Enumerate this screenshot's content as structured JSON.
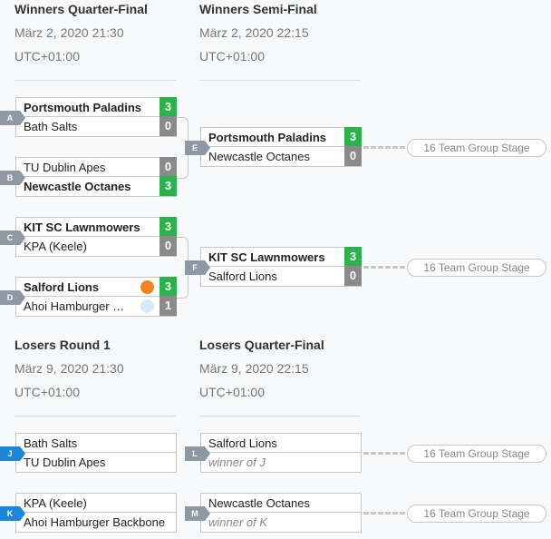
{
  "columns": [
    {
      "title": "Winners Quarter-Final",
      "date": "März 2, 2020 21:30",
      "tz": "UTC+01:00"
    },
    {
      "title": "Winners Semi-Final",
      "date": "März 2, 2020 22:15",
      "tz": "UTC+01:00"
    },
    {
      "title": "Losers Round 1",
      "date": "März 9, 2020 21:30",
      "tz": "UTC+01:00"
    },
    {
      "title": "Losers Quarter-Final",
      "date": "März 9, 2020 22:15",
      "tz": "UTC+01:00"
    }
  ],
  "matches": {
    "A": {
      "label": "A",
      "top": {
        "name": "Portsmouth Paladins",
        "score": "3"
      },
      "bottom": {
        "name": "Bath Salts",
        "score": "0"
      }
    },
    "B": {
      "label": "B",
      "top": {
        "name": "TU Dublin Apes",
        "score": "0"
      },
      "bottom": {
        "name": "Newcastle Octanes",
        "score": "3"
      }
    },
    "C": {
      "label": "C",
      "top": {
        "name": "KIT SC Lawnmowers",
        "score": "3"
      },
      "bottom": {
        "name": "KPA (Keele)",
        "score": "0"
      }
    },
    "D": {
      "label": "D",
      "top": {
        "name": "Salford Lions",
        "score": "3"
      },
      "bottom": {
        "name": "Ahoi Hamburger Backbone",
        "score": "1"
      }
    },
    "E": {
      "label": "E",
      "top": {
        "name": "Portsmouth Paladins",
        "score": "3"
      },
      "bottom": {
        "name": "Newcastle Octanes",
        "score": "0"
      }
    },
    "F": {
      "label": "F",
      "top": {
        "name": "KIT SC Lawnmowers",
        "score": "3"
      },
      "bottom": {
        "name": "Salford Lions",
        "score": "0"
      }
    },
    "J": {
      "label": "J",
      "top": {
        "name": "Bath Salts"
      },
      "bottom": {
        "name": "TU Dublin Apes"
      }
    },
    "K": {
      "label": "K",
      "top": {
        "name": "KPA (Keele)"
      },
      "bottom": {
        "name": "Ahoi Hamburger Backbone"
      }
    },
    "L": {
      "label": "L",
      "top": {
        "name": "Salford Lions"
      },
      "bottom": {
        "name": "winner of J"
      }
    },
    "M": {
      "label": "M",
      "top": {
        "name": "Newcastle Octanes"
      },
      "bottom": {
        "name": "winner of K"
      }
    }
  },
  "stage_label": "16 Team Group Stage",
  "colors": {
    "win": "#2bb24c",
    "lose": "#8a8a8a",
    "tag": "#8e98a3",
    "tag_losers": "#1c86d8",
    "dot_salford": "#f5821f",
    "dot_ahoi": "#d6e9fa"
  }
}
